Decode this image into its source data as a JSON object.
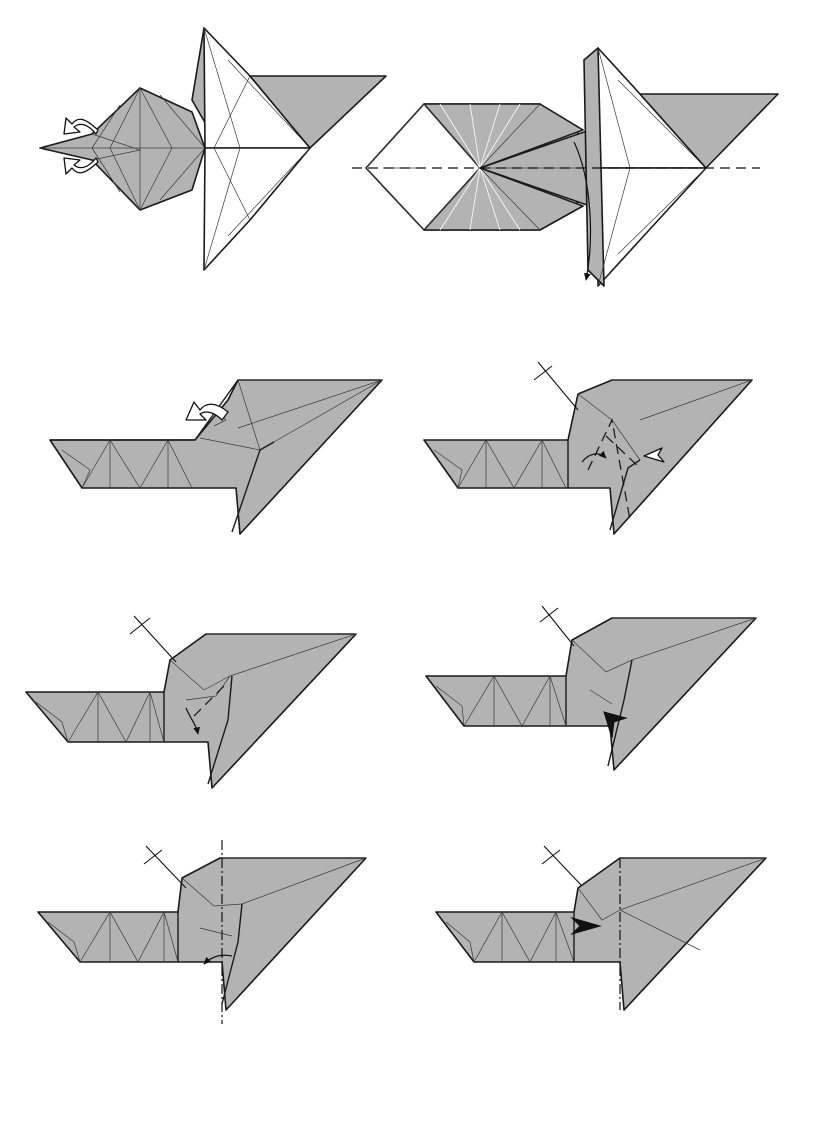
{
  "diagram": {
    "kind": "origami-instruction-sequence",
    "step_count": 8,
    "colors": {
      "paper_colored": "#b3b3b3",
      "paper_white": "#ffffff",
      "line": "#1a1a1a"
    },
    "steps": [
      {
        "id": 1,
        "symbols": [
          "pull-out-arrow",
          "pull-out-arrow"
        ]
      },
      {
        "id": 2,
        "symbols": [
          "valley-fold-line",
          "fold-arrow-down"
        ]
      },
      {
        "id": 3,
        "symbols": [
          "pull-out-arrow"
        ]
      },
      {
        "id": 4,
        "symbols": [
          "rotation-line-mark",
          "valley-fold-line",
          "push-arrow"
        ]
      },
      {
        "id": 5,
        "symbols": [
          "rotation-line-mark",
          "valley-fold-line",
          "fold-arrow"
        ]
      },
      {
        "id": 6,
        "symbols": [
          "rotation-line-mark",
          "push-arrow-solid"
        ]
      },
      {
        "id": 7,
        "symbols": [
          "rotation-line-mark",
          "mountain-fold-line",
          "fold-arrow"
        ]
      },
      {
        "id": 8,
        "symbols": [
          "rotation-line-mark",
          "push-arrow-solid",
          "mountain-fold-line"
        ]
      }
    ]
  }
}
